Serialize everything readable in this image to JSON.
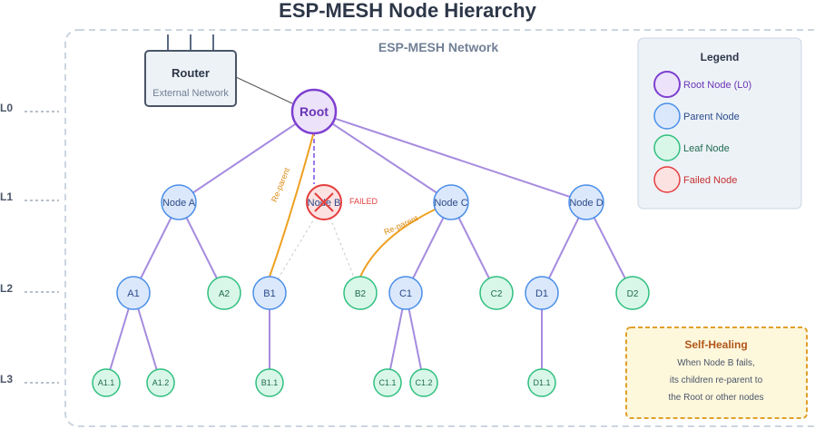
{
  "title": "ESP-MESH Node Hierarchy",
  "network_label": "ESP-MESH Network",
  "router": {
    "title": "Router",
    "subtitle": "External Network"
  },
  "levels": [
    "L0",
    "L1",
    "L2",
    "L3"
  ],
  "nodes": {
    "root": "Root",
    "a": "Node A",
    "b": "Node B",
    "c": "Node C",
    "d": "Node D",
    "a1": "A1",
    "a2": "A2",
    "b1": "B1",
    "b2": "B2",
    "c1": "C1",
    "c2": "C2",
    "d1": "D1",
    "d2": "D2",
    "a11": "A1.1",
    "a12": "A1.2",
    "b11": "B1.1",
    "c11": "C1.1",
    "c12": "C1.2",
    "d11": "D1.1"
  },
  "failed_label": "FAILED",
  "reparent_label": "Re-parent",
  "legend": {
    "title": "Legend",
    "items": [
      "Root Node (L0)",
      "Parent Node",
      "Leaf Node",
      "Failed Node"
    ]
  },
  "self_healing": {
    "title": "Self-Healing",
    "lines": [
      "When Node B fails,",
      "its children re-parent to",
      "the Root or other nodes"
    ]
  },
  "colors": {
    "root_fill": "#ece3fb",
    "root_stroke": "#7e3fd0",
    "parent_fill": "#dbe8fb",
    "parent_stroke": "#4a8ee8",
    "leaf_fill": "#d9f7e9",
    "leaf_stroke": "#2fbf7f",
    "failed_fill": "#fde2e2",
    "failed_stroke": "#e53e3e",
    "link": "#a58be0",
    "reparent": "#eea020"
  }
}
